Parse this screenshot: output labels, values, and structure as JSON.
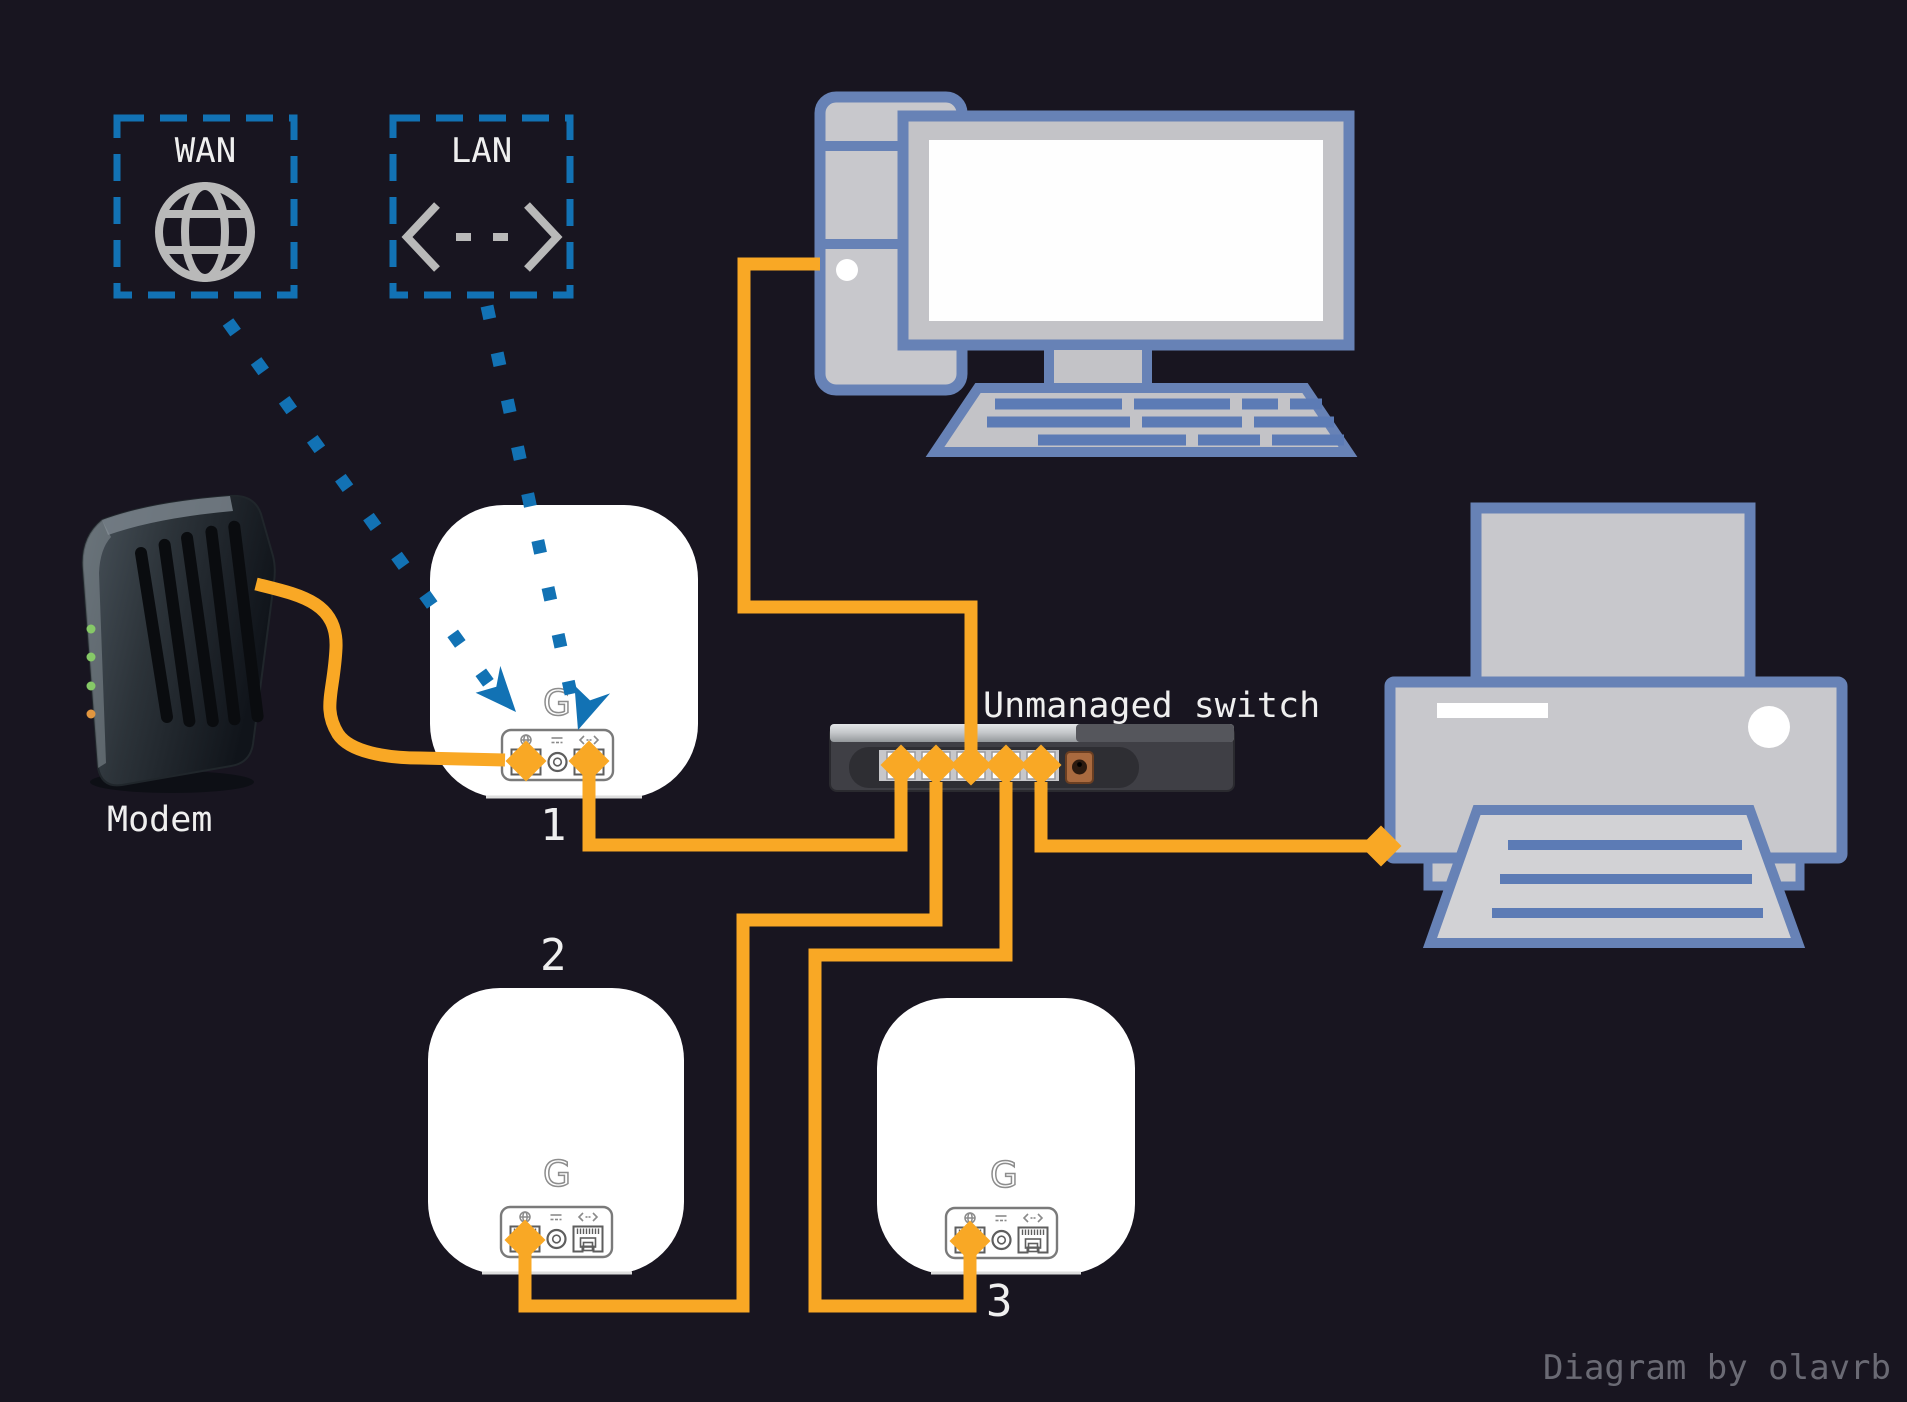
{
  "legend": {
    "wan_label": "WAN",
    "lan_label": "LAN"
  },
  "labels": {
    "modem": "Modem",
    "switch": "Unmanaged switch",
    "router1": "1",
    "router2": "2",
    "router3": "3",
    "g_logo": "G",
    "credit": "Diagram by olavrb"
  },
  "colors": {
    "background": "#181520",
    "cable_orange": "#F9A825",
    "dotted_blue": "#1272B4",
    "device_outline_blue": "#6782B6",
    "device_fill_gray": "#C8C8CC",
    "router_white": "#FFFFFF",
    "switch_body": "#3F3F45",
    "power_jack_brown": "#A96A3F",
    "label_text": "#EFEFEF",
    "credit_text": "#6A6A74",
    "led_green": "#86C967",
    "led_orange": "#E2963F"
  },
  "connections": [
    {
      "from": "modem",
      "to": "router-1-wan-port",
      "style": "cable"
    },
    {
      "from": "router-1-lan-port",
      "to": "switch-port-1",
      "style": "cable"
    },
    {
      "from": "computer",
      "to": "switch-port-3",
      "style": "cable"
    },
    {
      "from": "switch-port-2",
      "to": "router-2-wan-port",
      "style": "cable"
    },
    {
      "from": "switch-port-4",
      "to": "router-3-wan-port",
      "style": "cable"
    },
    {
      "from": "switch-port-5",
      "to": "printer",
      "style": "cable"
    },
    {
      "from": "wan-legend",
      "to": "router-1-wan-port",
      "style": "dotted-callout"
    },
    {
      "from": "lan-legend",
      "to": "router-1-lan-port",
      "style": "dotted-callout"
    }
  ]
}
